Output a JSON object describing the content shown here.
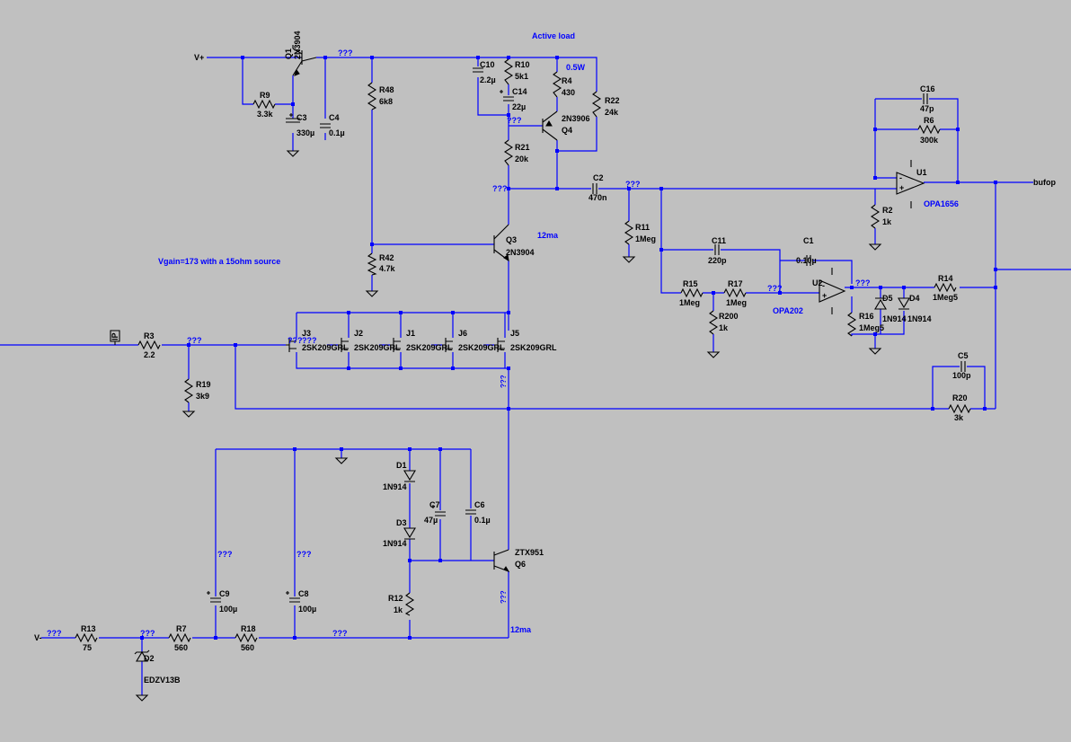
{
  "notes": {
    "active_load": "Active load",
    "vgain": "Vgain=173 with a 15ohm source",
    "watt": "0.5W",
    "ma_top": "12ma",
    "ma_bottom": "12ma"
  },
  "ports": {
    "vplus": "V+",
    "vminus": "V-",
    "bufop": "bufop",
    "ip": "IP"
  },
  "net_label": "???",
  "components": {
    "Q1": {
      "ref": "Q1",
      "value": "2N3904"
    },
    "R9": {
      "ref": "R9",
      "value": "3.3k"
    },
    "C3": {
      "ref": "C3",
      "value": "330µ"
    },
    "C4": {
      "ref": "C4",
      "value": "0.1µ"
    },
    "R48": {
      "ref": "R48",
      "value": "6k8"
    },
    "R42": {
      "ref": "R42",
      "value": "4.7k"
    },
    "C10": {
      "ref": "C10",
      "value": "2.2µ"
    },
    "R10": {
      "ref": "R10",
      "value": "5k1"
    },
    "C14": {
      "ref": "C14",
      "value": "22µ"
    },
    "R21": {
      "ref": "R21",
      "value": "20k"
    },
    "R4": {
      "ref": "R4",
      "value": "430"
    },
    "R22": {
      "ref": "R22",
      "value": "24k"
    },
    "Q4": {
      "ref": "Q4",
      "value": "2N3906"
    },
    "C2": {
      "ref": "C2",
      "value": "470n"
    },
    "R11": {
      "ref": "R11",
      "value": "1Meg"
    },
    "Q3": {
      "ref": "Q3",
      "value": "2N3904"
    },
    "C16": {
      "ref": "C16",
      "value": "47p"
    },
    "R6": {
      "ref": "R6",
      "value": "300k"
    },
    "U1": {
      "ref": "U1",
      "value": "OPA1656"
    },
    "R2": {
      "ref": "R2",
      "value": "1k"
    },
    "C11": {
      "ref": "C11",
      "value": "220p"
    },
    "C1": {
      "ref": "C1",
      "value": "0.10µ"
    },
    "R15": {
      "ref": "R15",
      "value": "1Meg"
    },
    "R17": {
      "ref": "R17",
      "value": "1Meg"
    },
    "R200": {
      "ref": "R200",
      "value": "1k"
    },
    "U2": {
      "ref": "U2",
      "value": "OPA202"
    },
    "D5": {
      "ref": "D5",
      "value": "1N914"
    },
    "D4": {
      "ref": "D4",
      "value": "1N914"
    },
    "R16": {
      "ref": "R16",
      "value": "1Meg5"
    },
    "R14": {
      "ref": "R14",
      "value": "1Meg5"
    },
    "C5": {
      "ref": "C5",
      "value": "100p"
    },
    "R20": {
      "ref": "R20",
      "value": "3k"
    },
    "R3": {
      "ref": "R3",
      "value": "2.2"
    },
    "R19": {
      "ref": "R19",
      "value": "3k9"
    },
    "J3": {
      "ref": "J3",
      "value": "2SK209GRL"
    },
    "J2": {
      "ref": "J2",
      "value": "2SK209GRL"
    },
    "J1": {
      "ref": "J1",
      "value": "2SK209GRL"
    },
    "J6": {
      "ref": "J6",
      "value": "2SK209GRL"
    },
    "J5": {
      "ref": "J5",
      "value": "2SK209GRL"
    },
    "D1": {
      "ref": "D1",
      "value": "1N914"
    },
    "D3": {
      "ref": "D3",
      "value": "1N914"
    },
    "C7": {
      "ref": "C7",
      "value": "47µ"
    },
    "C6": {
      "ref": "C6",
      "value": "0.1µ"
    },
    "Q6": {
      "ref": "Q6",
      "value": "ZTX951"
    },
    "R12": {
      "ref": "R12",
      "value": "1k"
    },
    "C9": {
      "ref": "C9",
      "value": "100µ"
    },
    "C8": {
      "ref": "C8",
      "value": "100µ"
    },
    "R13": {
      "ref": "R13",
      "value": "75"
    },
    "R7": {
      "ref": "R7",
      "value": "560"
    },
    "R18": {
      "ref": "R18",
      "value": "560"
    },
    "D2": {
      "ref": "D2",
      "value": "EDZV13B"
    }
  }
}
